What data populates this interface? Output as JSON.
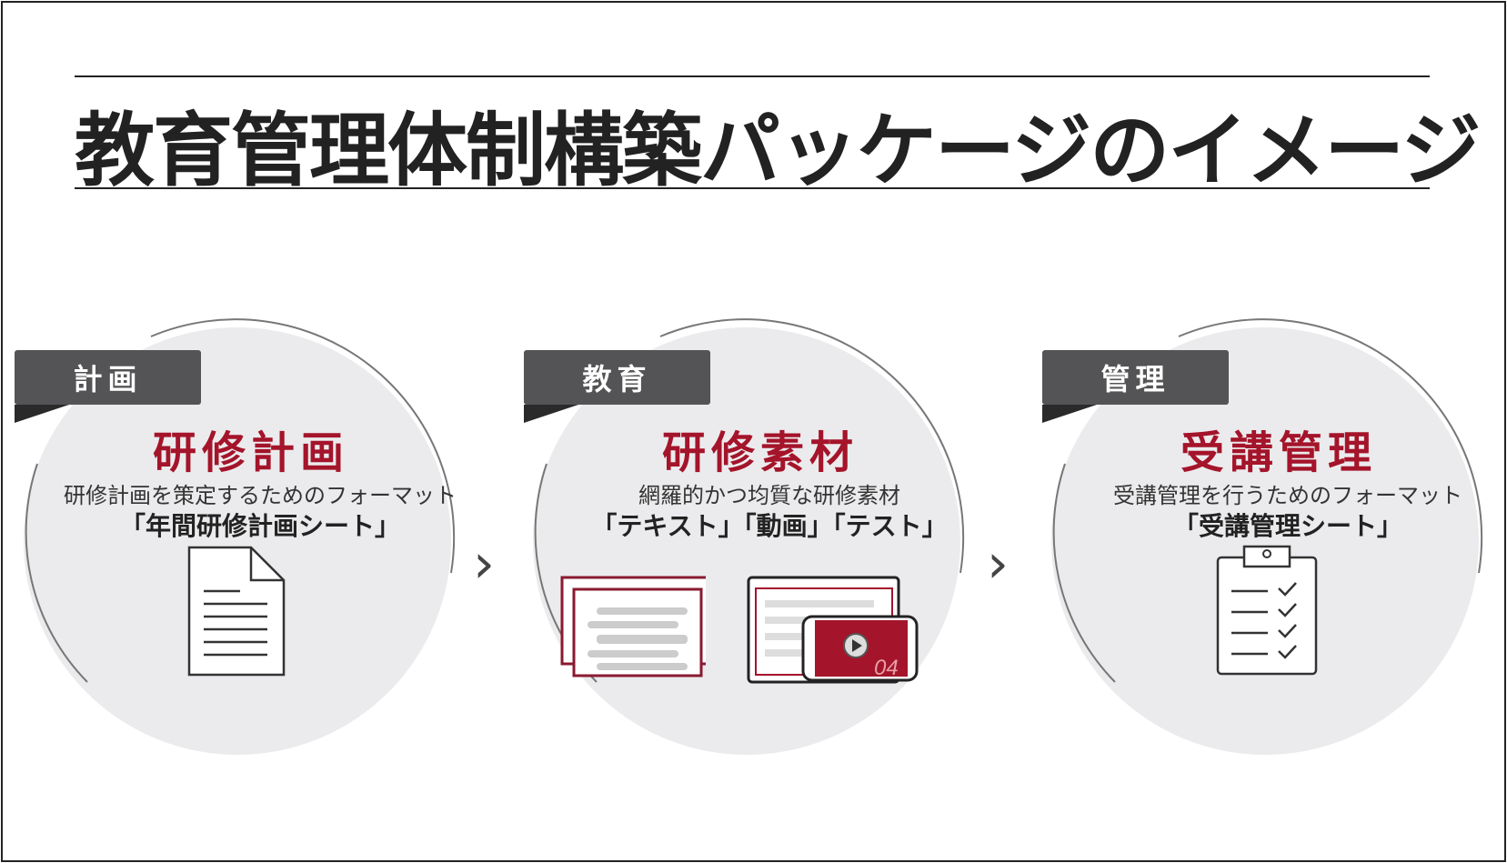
{
  "title": "教育管理体制構築パッケージのイメージ",
  "steps": [
    {
      "tab": "計画",
      "heading": "研修計画",
      "description": "研修計画を策定するためのフォーマット",
      "deliverable": "「年間研修計画シート」",
      "icon": "document-icon"
    },
    {
      "tab": "教育",
      "heading": "研修素材",
      "description": "網羅的かつ均質な研修素材",
      "deliverable": "「テキスト」「動画」「テスト」",
      "icon": "materials-illustration",
      "video_number": "04"
    },
    {
      "tab": "管理",
      "heading": "受講管理",
      "description": "受講管理を行うためのフォーマット",
      "deliverable": "「受講管理シート」",
      "icon": "clipboard-checklist-icon"
    }
  ],
  "colors": {
    "accent": "#a4142a",
    "tab": "#545456",
    "circle": "#ebebed"
  }
}
